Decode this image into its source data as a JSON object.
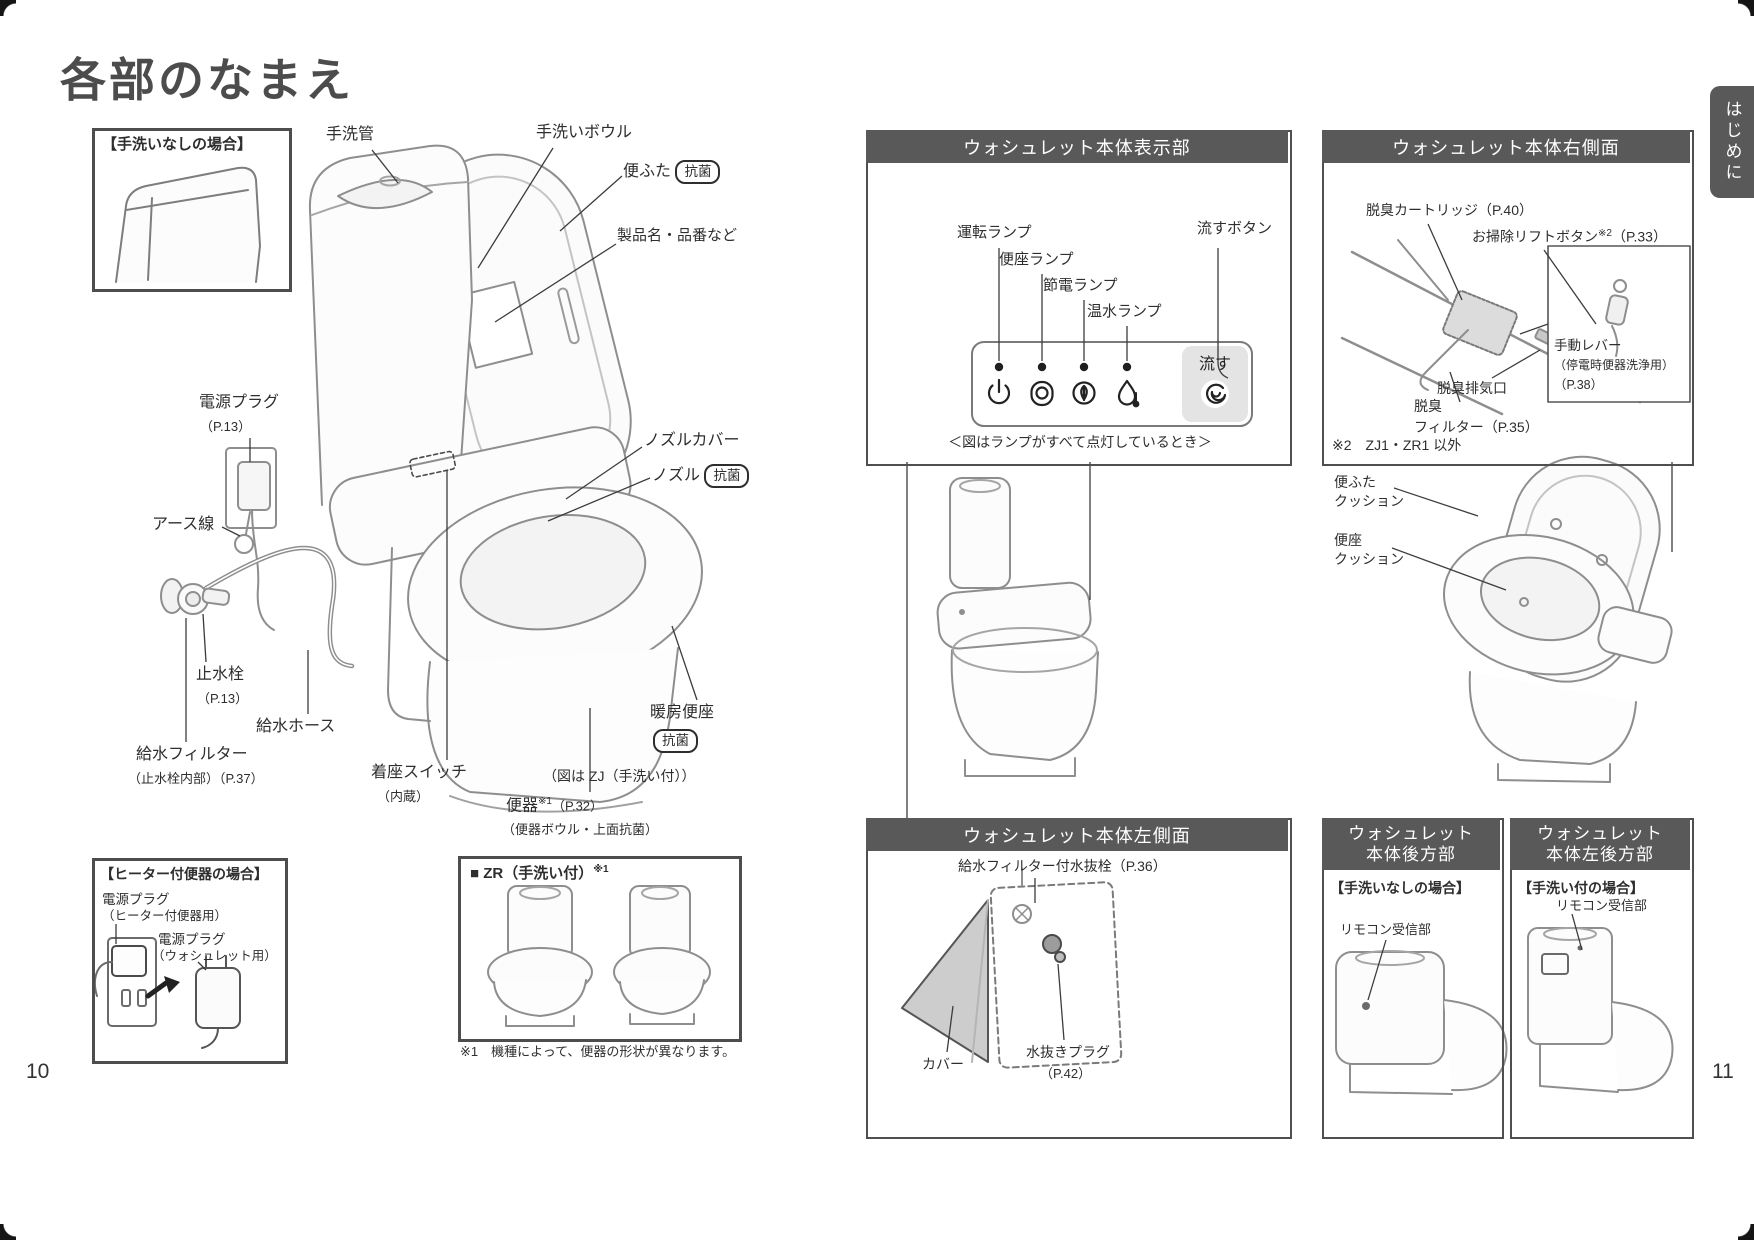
{
  "page": {
    "title": "各部のなまえ",
    "left_num": "10",
    "right_num": "11",
    "tab": "はじめに",
    "badge": "抗菌"
  },
  "colors": {
    "header_bg": "#595959",
    "title_text": "#4c4c4c",
    "flush_btn_bg": "#e4e4e4"
  },
  "left": {
    "no_tearai_title": "【手洗いなしの場合】",
    "labels": {
      "tearaikan": "手洗管",
      "tearai_bowl": "手洗いボウル",
      "benfuta": "便ふた",
      "product": "製品名・品番など",
      "power_plug": "電源プラグ",
      "power_plug_ref": "（P.13）",
      "earth": "アース線",
      "shisuisen": "止水栓",
      "shisuisen_ref": "（P.13）",
      "hose": "給水ホース",
      "filter": "給水フィルター",
      "filter_sub": "（止水栓内部）（P.37）",
      "seat_switch": "着座スイッチ",
      "seat_switch_sub": "（内蔵）",
      "benki": "便器",
      "benki_sup": "※1",
      "benki_ref": "（P.32）",
      "benki_sub": "（便器ボウル・上面抗菌）",
      "zu_note": "（図は ZJ（手洗い付））",
      "nozzle_cover": "ノズルカバー",
      "nozzle": "ノズル",
      "danbou": "暖房便座"
    },
    "heater_box": {
      "title": "【ヒーター付便器の場合】",
      "plug1": "電源プラグ",
      "plug1_sub": "（ヒーター付便器用）",
      "plug2": "電源プラグ",
      "plug2_sub": "（ウォシュレット用）"
    },
    "zr_box": {
      "title": "■ ZR（手洗い付）",
      "sup": "※1",
      "note": "※1　機種によって、便器の形状が異なります。"
    }
  },
  "right": {
    "sec1": {
      "title": "ウォシュレット本体表示部",
      "lamp1": "運転ランプ",
      "lamp2": "便座ランプ",
      "lamp3": "節電ランプ",
      "lamp4": "温水ランプ",
      "flush_label": "流すボタン",
      "flush_btn": "流す",
      "caption": "＜図はランプがすべて点灯しているとき＞"
    },
    "sec2": {
      "title": "ウォシュレット本体右側面",
      "cartridge": "脱臭カートリッジ（P.40）",
      "lift_btn": "お掃除リフトボタン",
      "lift_sup": "※2",
      "lift_ref": "（P.33）",
      "exhaust": "脱臭排気口",
      "filter1": "脱臭",
      "filter2": "フィルター（P.35）",
      "lever1": "手動レバー",
      "lever2": "（停電時便器洗浄用）",
      "lever3": "（P.38）",
      "note": "※2　ZJ1・ZR1 以外",
      "cushion1a": "便ふた",
      "cushion1b": "クッション",
      "cushion2a": "便座",
      "cushion2b": "クッション"
    },
    "sec3": {
      "title": "ウォシュレット本体左側面",
      "valve": "給水フィルター付水抜栓（P.36）",
      "cover": "カバー",
      "plug": "水抜きプラグ",
      "plug_ref": "（P.42）"
    },
    "sec4": {
      "title1": "ウォシュレット",
      "title2": "本体後方部",
      "sub": "【手洗いなしの場合】",
      "remote": "リモコン受信部"
    },
    "sec5": {
      "title1": "ウォシュレット",
      "title2": "本体左後方部",
      "sub": "【手洗い付の場合】",
      "remote": "リモコン受信部"
    }
  }
}
